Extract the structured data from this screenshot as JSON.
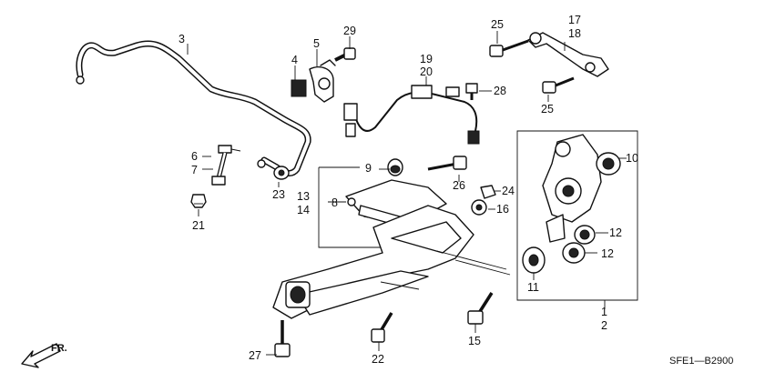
{
  "diagram": {
    "code": "SFE1—B2900",
    "direction": "FR.",
    "callouts": {
      "c1": "1",
      "c2": "2",
      "c3": "3",
      "c4": "4",
      "c5": "5",
      "c6": "6",
      "c7": "7",
      "c8": "8",
      "c9": "9",
      "c10": "10",
      "c11": "11",
      "c12a": "12",
      "c12b": "12",
      "c13": "13",
      "c14": "14",
      "c15": "15",
      "c16": "16",
      "c17": "17",
      "c18": "18",
      "c19": "19",
      "c20": "20",
      "c21": "21",
      "c22": "22",
      "c23": "23",
      "c24": "24",
      "c25a": "25",
      "c25b": "25",
      "c26": "26",
      "c27": "27",
      "c28": "28",
      "c29": "29"
    }
  }
}
